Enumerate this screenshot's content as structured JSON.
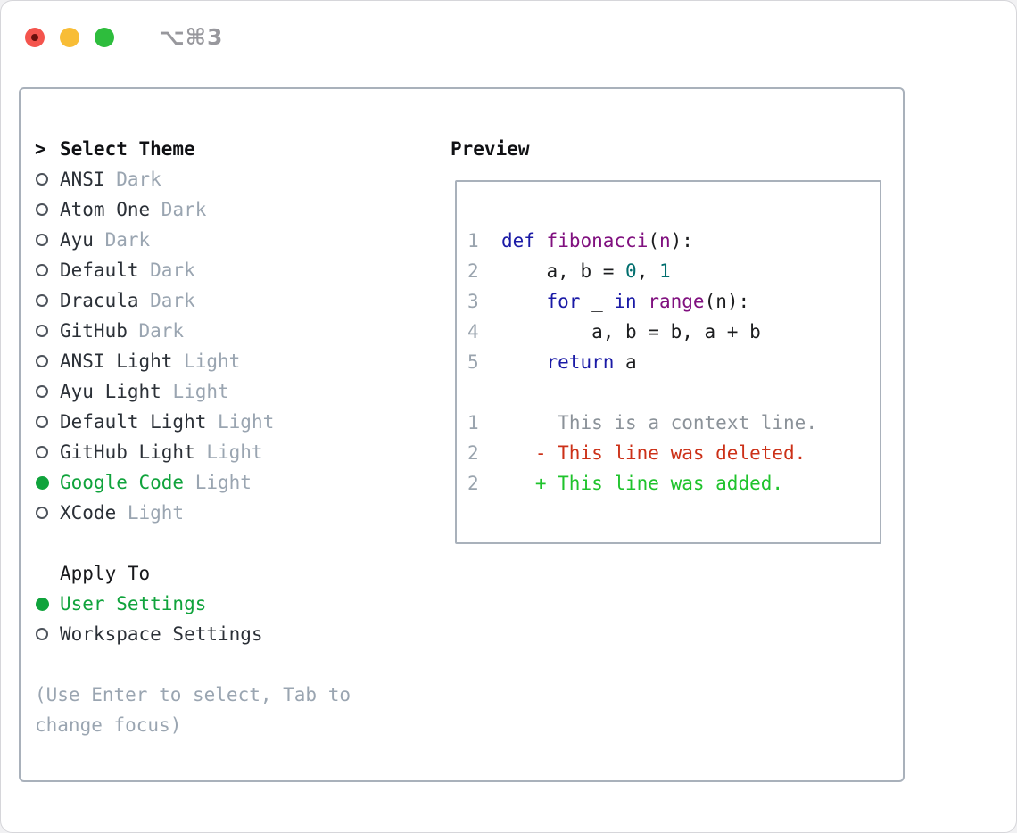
{
  "window": {
    "title": "⌥⌘3",
    "traffic_lights": [
      "close",
      "minimize",
      "zoom"
    ]
  },
  "theme_list": {
    "prompt": ">",
    "header": "Select Theme",
    "items": [
      {
        "name": "ANSI",
        "tag": "Dark",
        "selected": false
      },
      {
        "name": "Atom One",
        "tag": "Dark",
        "selected": false
      },
      {
        "name": "Ayu",
        "tag": "Dark",
        "selected": false
      },
      {
        "name": "Default",
        "tag": "Dark",
        "selected": false
      },
      {
        "name": "Dracula",
        "tag": "Dark",
        "selected": false
      },
      {
        "name": "GitHub",
        "tag": "Dark",
        "selected": false
      },
      {
        "name": "ANSI Light",
        "tag": "Light",
        "selected": false
      },
      {
        "name": "Ayu Light",
        "tag": "Light",
        "selected": false
      },
      {
        "name": "Default Light",
        "tag": "Light",
        "selected": false
      },
      {
        "name": "GitHub Light",
        "tag": "Light",
        "selected": false
      },
      {
        "name": "Google Code",
        "tag": "Light",
        "selected": true
      },
      {
        "name": "XCode",
        "tag": "Light",
        "selected": false
      }
    ]
  },
  "apply_to": {
    "label": "Apply To",
    "options": [
      {
        "name": "User Settings",
        "selected": true
      },
      {
        "name": "Workspace Settings",
        "selected": false
      }
    ]
  },
  "hint": {
    "line1": "(Use Enter to select, Tab to",
    "line2": "change focus)"
  },
  "preview": {
    "label": "Preview",
    "code_lines": [
      {
        "tokens": [
          [
            "num",
            "1"
          ],
          [
            "pln",
            "  "
          ],
          [
            "kw",
            "def"
          ],
          [
            "pln",
            " "
          ],
          [
            "fn",
            "fibonacci"
          ],
          [
            "pln",
            "("
          ],
          [
            "fn",
            "n"
          ],
          [
            "pln",
            "):"
          ]
        ]
      },
      {
        "tokens": [
          [
            "num",
            "2"
          ],
          [
            "pln",
            "      a, b = "
          ],
          [
            "lit",
            "0"
          ],
          [
            "pln",
            ", "
          ],
          [
            "lit",
            "1"
          ]
        ]
      },
      {
        "tokens": [
          [
            "num",
            "3"
          ],
          [
            "pln",
            "      "
          ],
          [
            "kw",
            "for"
          ],
          [
            "pln",
            " _ "
          ],
          [
            "kw",
            "in"
          ],
          [
            "pln",
            " "
          ],
          [
            "fn",
            "range"
          ],
          [
            "pln",
            "(n):"
          ]
        ]
      },
      {
        "tokens": [
          [
            "num",
            "4"
          ],
          [
            "pln",
            "          a, b = b, a + b"
          ]
        ]
      },
      {
        "tokens": [
          [
            "num",
            "5"
          ],
          [
            "pln",
            "      "
          ],
          [
            "kw",
            "return"
          ],
          [
            "pln",
            " a"
          ]
        ]
      },
      {
        "tokens": []
      },
      {
        "tokens": [
          [
            "num",
            "1"
          ],
          [
            "pln",
            "       "
          ],
          [
            "ctx",
            "This is a context line."
          ]
        ]
      },
      {
        "tokens": [
          [
            "num",
            "2"
          ],
          [
            "pln",
            "     "
          ],
          [
            "del",
            "- This line was deleted."
          ]
        ]
      },
      {
        "tokens": [
          [
            "num",
            "2"
          ],
          [
            "pln",
            "     "
          ],
          [
            "add",
            "+ This line was added."
          ]
        ]
      }
    ]
  },
  "colors": {
    "selection_green": "#10a33c",
    "added_green": "#1fc32c",
    "deleted_red": "#cc3118",
    "keyword_blue": "#1a1aa6",
    "function_purple": "#80107f",
    "literal_teal": "#006e6e",
    "muted_gray": "#9aa5b1",
    "border_gray": "#a9b1bb"
  }
}
